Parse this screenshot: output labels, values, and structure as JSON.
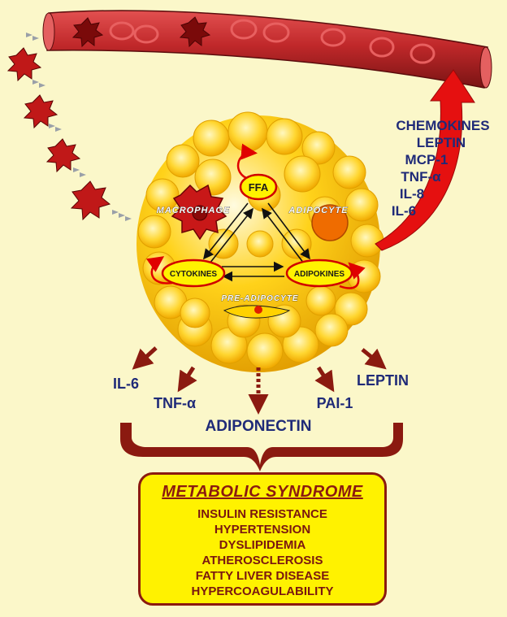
{
  "colors": {
    "background": "#fbf7c9",
    "navy_text": "#1f2a78",
    "arrow_dark_red": "#8b1a10",
    "vessel_red": "#c0282a",
    "fat_yellow": "#ffd21a",
    "box_yellow": "#fff200"
  },
  "adipose": {
    "nodes": {
      "ffa": "FFA",
      "cytokines": "CYTOKINES",
      "adipokines": "ADIPOKINES"
    },
    "labels": {
      "macrophage": "MACROPHAGE",
      "adipocyte": "ADIPOCYTE",
      "pre_adipocyte": "PRE-ADIPOCYTE"
    }
  },
  "chemokine_list": [
    "CHEMOKINES",
    "LEPTIN",
    "MCP-1",
    "TNF-α",
    "IL-8",
    "IL-6"
  ],
  "secreted": {
    "il6": "IL-6",
    "tnfa": "TNF-α",
    "adiponectin": "ADIPONECTIN",
    "pai1": "PAI-1",
    "leptin": "LEPTIN"
  },
  "metabolic_syndrome": {
    "title": "METABOLIC SYNDROME",
    "items": [
      "INSULIN RESISTANCE",
      "HYPERTENSION",
      "DYSLIPIDEMIA",
      "ATHEROSCLEROSIS",
      "FATTY LIVER DISEASE",
      "HYPERCOAGULABILITY"
    ]
  }
}
